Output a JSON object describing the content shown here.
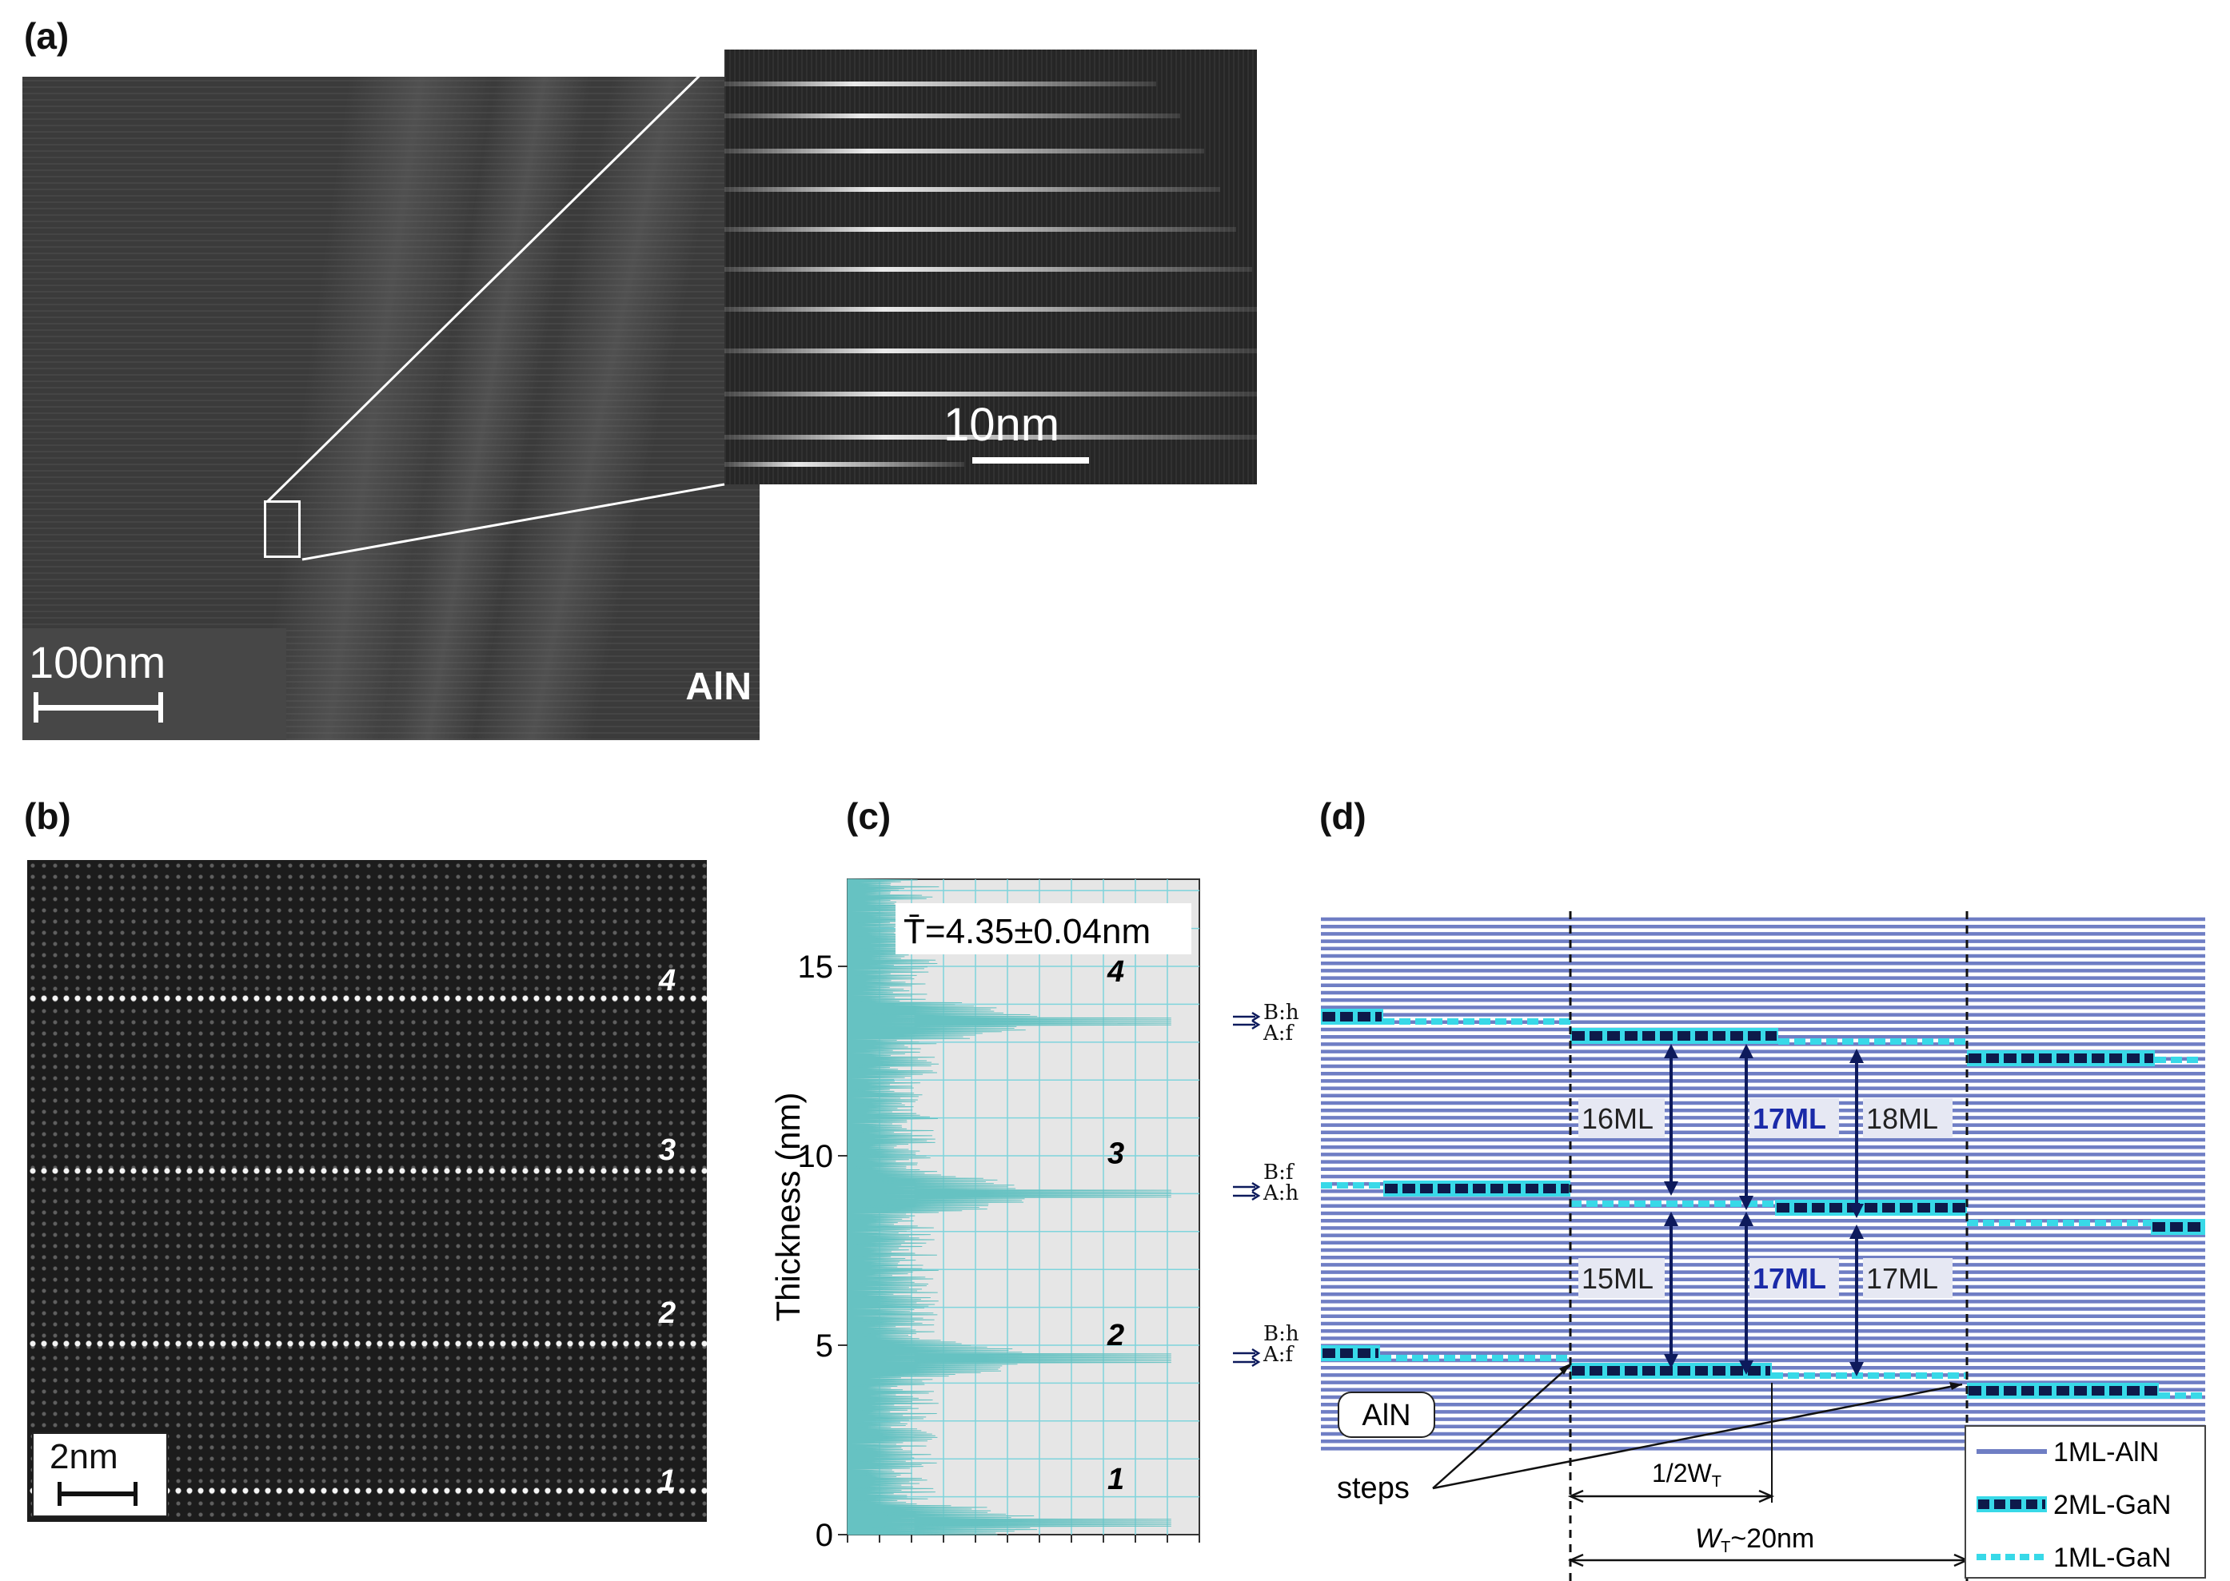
{
  "panels": {
    "a": {
      "label": "(a)",
      "scale_main": "100nm",
      "scale_inset": "10nm",
      "material": "AlN"
    },
    "b": {
      "label": "(b)",
      "scale": "2nm",
      "wells": [
        "1",
        "2",
        "3",
        "4"
      ]
    },
    "c": {
      "label": "(c)",
      "mean_label": "T̄=4.35±0.04nm",
      "wells": [
        "1",
        "2",
        "3",
        "4"
      ]
    },
    "d": {
      "label": "(d)",
      "material": "AlN",
      "steps": "steps",
      "half_width": "1/2W",
      "half_width_sub": "T",
      "width_italic": "W",
      "width_sub": "T",
      "width_value": "~20nm",
      "stacking": [
        {
          "top": "B:h",
          "bottom": "A:f"
        },
        {
          "top": "B:f",
          "bottom": "A:h"
        },
        {
          "top": "B:h",
          "bottom": "A:f"
        }
      ],
      "spacings_upper": [
        "16ML",
        "17ML",
        "18ML"
      ],
      "spacings_lower": [
        "15ML",
        "17ML",
        "17ML"
      ],
      "legend": [
        "1ML-AlN",
        "2ML-GaN",
        "1ML-GaN"
      ],
      "colors": {
        "aln": "#6f7ec4",
        "gan2_fill": "#0d1a4a",
        "gan2_edge": "#38d9e8",
        "gan1": "#38d9e8",
        "arrow": "#0d1a5c",
        "bold": "#1a2aa8"
      }
    }
  },
  "chart_data": {
    "type": "line",
    "title": "",
    "xlabel": "",
    "ylabel": "Thickness (nm)",
    "ylim": [
      0,
      17.3
    ],
    "yticks": [
      0,
      5,
      10,
      15
    ],
    "grid": true,
    "series_color": "#66c2c2",
    "peaks_nm": [
      0.3,
      4.65,
      9.0,
      13.55
    ],
    "annotation": "T̄=4.35±0.04nm"
  }
}
